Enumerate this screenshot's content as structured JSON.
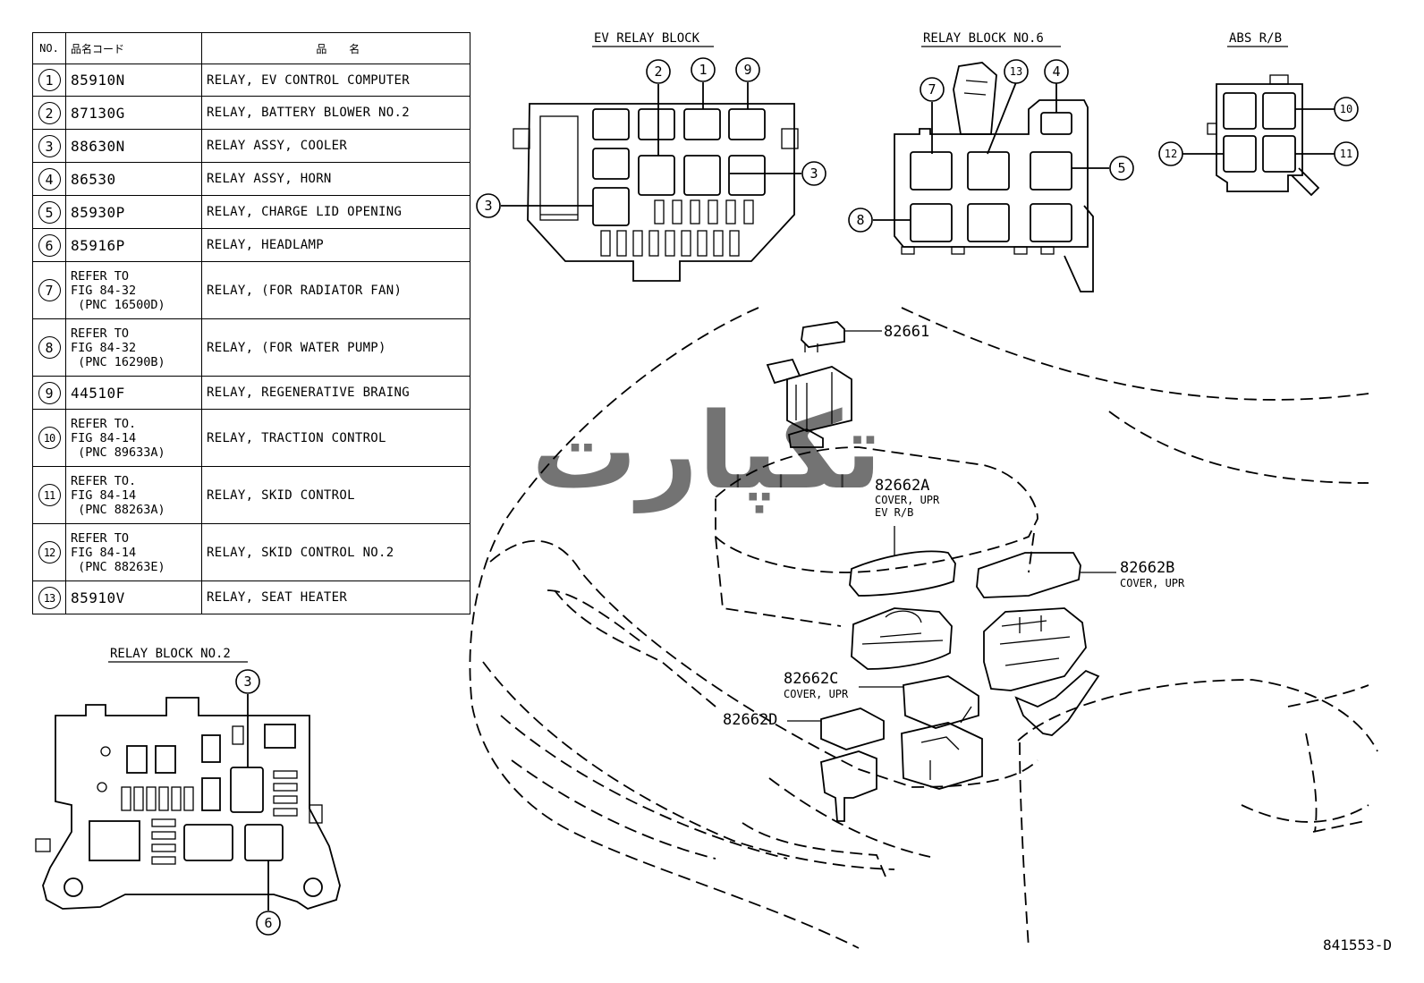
{
  "table": {
    "headers": {
      "no": "NO.",
      "code": "品名コード",
      "name": "品　　名"
    },
    "rows": [
      {
        "no": "1",
        "code": "85910N",
        "name": "RELAY, EV CONTROL COMPUTER"
      },
      {
        "no": "2",
        "code": "87130G",
        "name": "RELAY, BATTERY BLOWER NO.2"
      },
      {
        "no": "3",
        "code": "88630N",
        "name": "RELAY ASSY, COOLER"
      },
      {
        "no": "4",
        "code": "86530",
        "name": "RELAY ASSY, HORN"
      },
      {
        "no": "5",
        "code": "85930P",
        "name": "RELAY, CHARGE LID OPENING"
      },
      {
        "no": "6",
        "code": "85916P",
        "name": "RELAY, HEADLAMP"
      },
      {
        "no": "7",
        "code": "REFER TO\nFIG 84-32\n (PNC 16500D)",
        "name": "RELAY, (FOR RADIATOR FAN)"
      },
      {
        "no": "8",
        "code": "REFER TO\nFIG 84-32\n (PNC 16290B)",
        "name": "RELAY, (FOR WATER PUMP)"
      },
      {
        "no": "9",
        "code": "44510F",
        "name": "RELAY, REGENERATIVE BRAING"
      },
      {
        "no": "10",
        "code": "REFER TO.\nFIG 84-14\n (PNC 89633A)",
        "name": "RELAY, TRACTION CONTROL"
      },
      {
        "no": "11",
        "code": "REFER TO.\nFIG 84-14\n (PNC 88263A)",
        "name": "RELAY, SKID CONTROL"
      },
      {
        "no": "12",
        "code": "REFER TO\nFIG 84-14\n (PNC 88263E)",
        "name": "RELAY, SKID CONTROL NO.2"
      },
      {
        "no": "13",
        "code": "85910V",
        "name": "RELAY, SEAT HEATER"
      }
    ]
  },
  "blocks": {
    "ev_relay_block": {
      "title": "EV RELAY BLOCK",
      "callouts": [
        "2",
        "1",
        "9",
        "3",
        "3"
      ]
    },
    "relay_block_6": {
      "title": "RELAY BLOCK NO.6",
      "callouts": [
        "7",
        "13",
        "4",
        "5",
        "8"
      ]
    },
    "abs_rb": {
      "title": "ABS R/B",
      "callouts": [
        "10",
        "12",
        "11"
      ]
    },
    "relay_block_2": {
      "title": "RELAY BLOCK NO.2",
      "callouts": [
        "3",
        "6"
      ]
    }
  },
  "parts": {
    "p82661": "82661",
    "p82662a": {
      "code": "82662A",
      "desc1": "COVER, UPR",
      "desc2": "EV R/B"
    },
    "p82662b": {
      "code": "82662B",
      "desc1": "COVER, UPR"
    },
    "p82662c": {
      "code": "82662C",
      "desc1": "COVER, UPR"
    },
    "p82662d": "82662D"
  },
  "watermark": "تکپارت",
  "figure_id": "841553-D"
}
